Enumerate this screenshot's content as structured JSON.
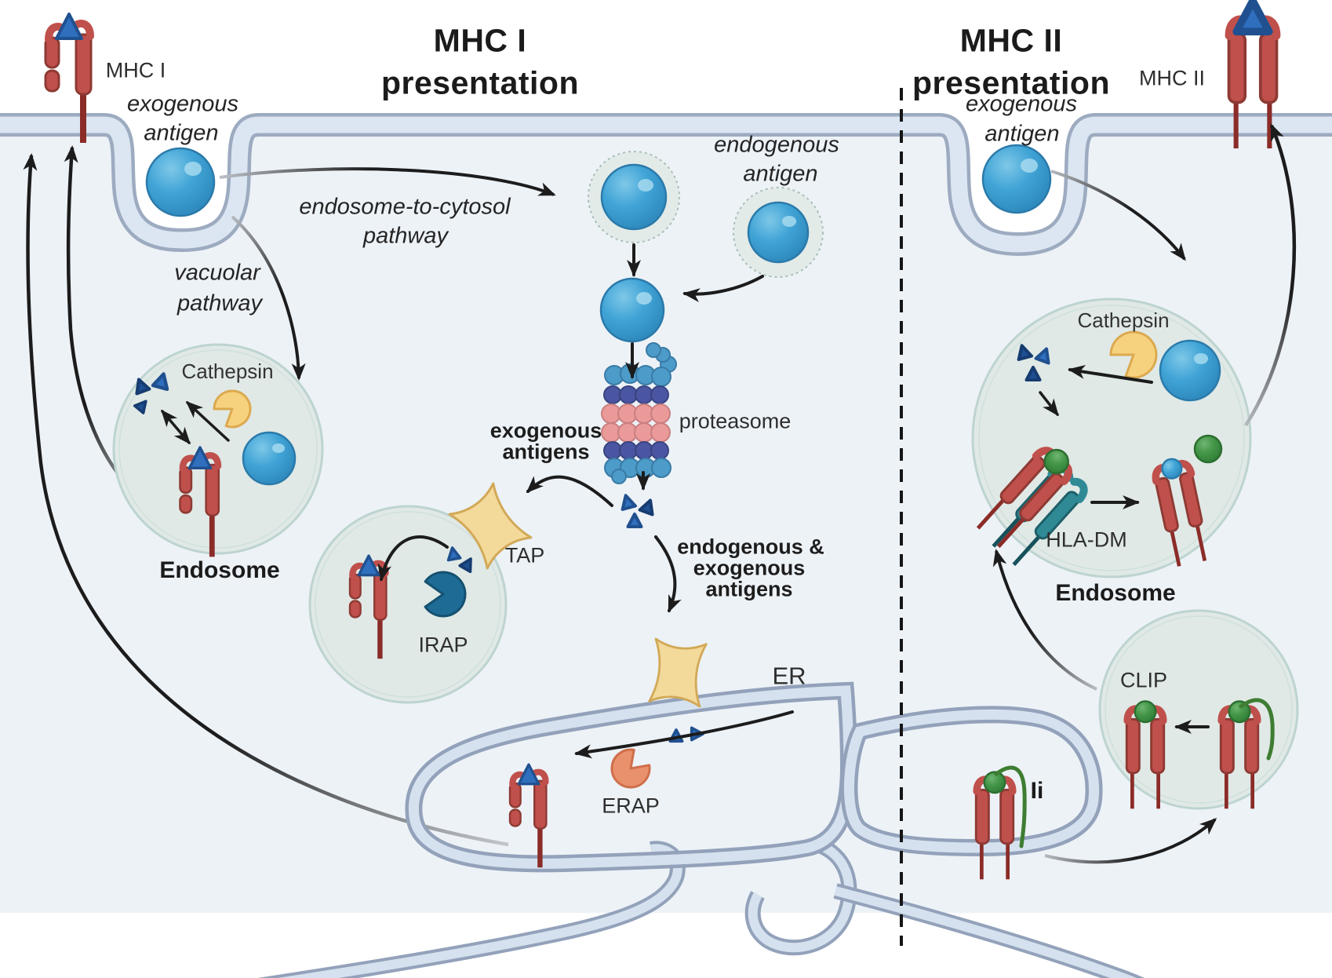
{
  "palette": {
    "membrane_outline": "#9dabc0",
    "membrane_fill": "#dbe6f2",
    "cytoplasm": "#edf2f7",
    "endosome_fill": "#e0e9e6",
    "antigen_blue": "#35a1d5",
    "receptor_red": "#c0504c",
    "receptor_stem": "#8b2c28",
    "peptide_blue": "#2f6fbe",
    "cathepsin_yellow": "#f6d27e",
    "irap_blue": "#1e6b96",
    "erap_salmon": "#e9906c",
    "tap_yellow": "#f3da9b",
    "hladm_teal": "#2f8a96",
    "clip_green": "#3f8f43",
    "proteasome_navy": "#4a56a2",
    "proteasome_pink": "#ea9a99",
    "proteasome_blue": "#4c9bc8",
    "arrow_black": "#1c1c1c"
  },
  "header": {
    "left_title": [
      "MHC I",
      "presentation"
    ],
    "right_title": [
      "MHC II",
      "presentation"
    ]
  },
  "surface": {
    "mhc1_label": "MHC I",
    "mhc2_label": "MHC II"
  },
  "mhc1_pathway": {
    "exogenous_antigen": [
      "exogenous",
      "antigen"
    ],
    "endosome_to_cytosol": [
      "endosome-to-cytosol",
      "pathway"
    ],
    "vacuolar": [
      "vacuolar",
      "pathway"
    ],
    "endogenous_antigen": [
      "endogenous",
      "antigen"
    ],
    "cathepsin": "Cathepsin",
    "endosome": "Endosome",
    "proteasome": "proteasome",
    "exogenous_antigens": [
      "exogenous",
      "antigens"
    ],
    "tap": "TAP",
    "irap": "IRAP",
    "endo_exo_antigens": [
      "endogenous &",
      "exogenous",
      "antigens"
    ],
    "er": "ER",
    "erap": "ERAP"
  },
  "mhc2_pathway": {
    "exogenous_antigen": [
      "exogenous",
      "antigen"
    ],
    "cathepsin": "Cathepsin",
    "hla_dm": "HLA-DM",
    "endosome": "Endosome",
    "clip": "CLIP",
    "ii": "Ii"
  }
}
